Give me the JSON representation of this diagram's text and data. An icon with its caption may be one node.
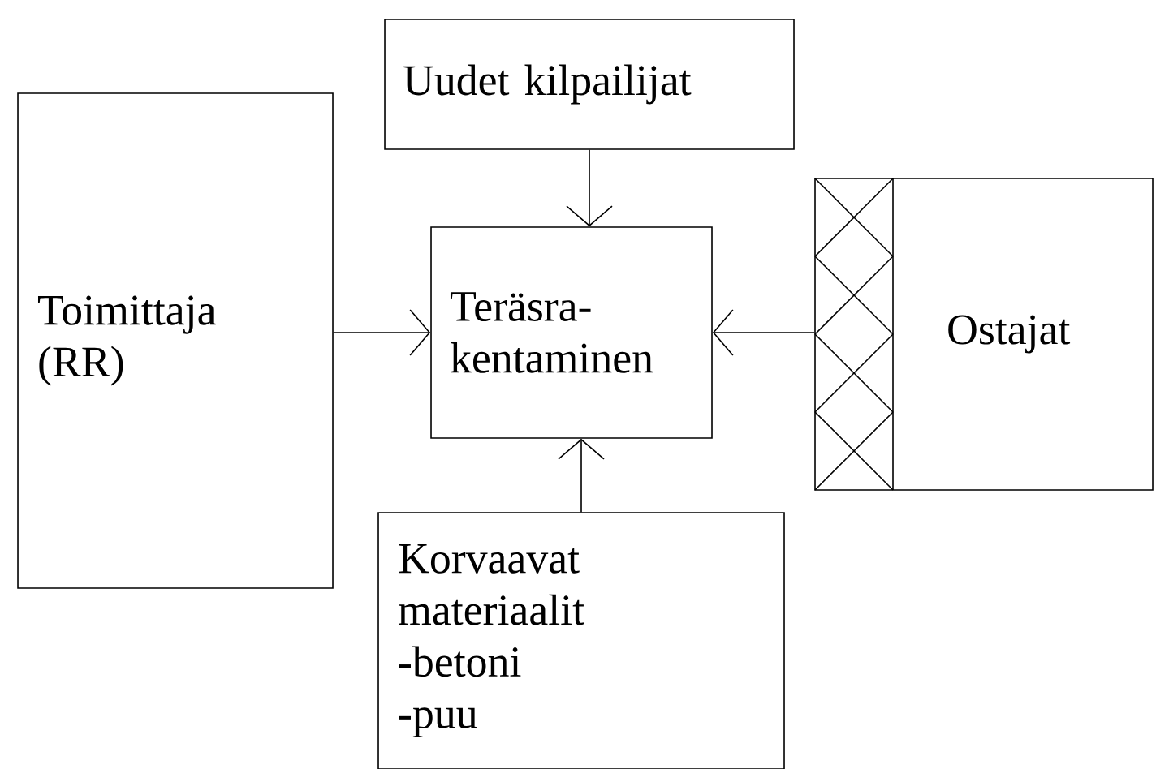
{
  "diagram": {
    "nodes": [
      {
        "text": [
          "Uudet kilpailijat"
        ]
      },
      {
        "text": [
          "Toimittaja (RR)"
        ]
      },
      {
        "text": [
          "Teräsra- kentaminen"
        ]
      },
      {
        "text": [
          "Ostajat"
        ]
      },
      {
        "text": [
          "Korvaavat materiaalit",
          "-betoni",
          "-puu"
        ]
      }
    ],
    "edges": [
      {
        "from": 0,
        "to": 2,
        "arrow": "to"
      },
      {
        "from": 1,
        "to": 2,
        "arrow": "to"
      },
      {
        "from": 3,
        "to": 2,
        "arrow": "to"
      },
      {
        "from": 4,
        "to": 2,
        "arrow": "to"
      }
    ]
  }
}
